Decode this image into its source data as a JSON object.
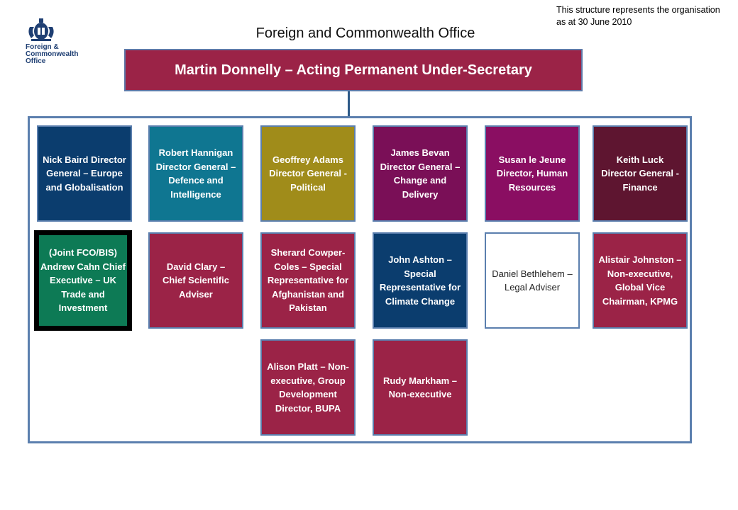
{
  "logo": {
    "text": "Foreign & Commonwealth Office"
  },
  "note": "This structure represents the organisation as at 30 June 2010",
  "title": "Foreign and Commonwealth Office",
  "head": "Martin Donnelly – Acting Permanent Under-Secretary",
  "colors": {
    "navy": "#0b3d6e",
    "teal": "#0f7691",
    "olive": "#a08c1a",
    "purple": "#7a0f57",
    "magenta": "#8a0e62",
    "maroon": "#5e1530",
    "crimson": "#9b2347",
    "green": "#0d7a55",
    "frame": "#5b7fae"
  },
  "cards": [
    {
      "id": "baird",
      "text": "Nick Baird Director General – Europe and Globalisation",
      "color": "#0b3d6e"
    },
    {
      "id": "hannigan",
      "text": "Robert Hannigan Director General – Defence and Intelligence",
      "color": "#0f7691"
    },
    {
      "id": "adams",
      "text": "Geoffrey Adams Director General - Political",
      "color": "#a08c1a"
    },
    {
      "id": "bevan",
      "text": "James Bevan Director General – Change and Delivery",
      "color": "#7a0f57"
    },
    {
      "id": "lejeune",
      "text": "Susan le Jeune Director, Human Resources",
      "color": "#8a0e62"
    },
    {
      "id": "luck",
      "text": "Keith Luck Director General - Finance",
      "color": "#5e1530"
    },
    {
      "id": "cahn",
      "text": "(Joint FCO/BIS) Andrew Cahn Chief Executive – UK Trade and Investment",
      "color": "#0d7a55"
    },
    {
      "id": "clary",
      "text": "David Clary – Chief Scientific Adviser",
      "color": "#9b2347"
    },
    {
      "id": "cowpercoles",
      "text": "Sherard Cowper-Coles – Special Representative for Afghanistan and Pakistan",
      "color": "#9b2347"
    },
    {
      "id": "ashton",
      "text": "John Ashton – Special Representative for Climate Change",
      "color": "#0b3d6e"
    },
    {
      "id": "bethlehem",
      "text": "Daniel Bethlehem – Legal Adviser",
      "color": "#ffffff"
    },
    {
      "id": "johnston",
      "text": "Alistair Johnston – Non-executive, Global Vice Chairman, KPMG",
      "color": "#9b2347"
    },
    {
      "id": "platt",
      "text": "Alison Platt – Non-executive, Group Development Director, BUPA",
      "color": "#9b2347"
    },
    {
      "id": "markham",
      "text": "Rudy Markham – Non-executive",
      "color": "#9b2347"
    }
  ]
}
